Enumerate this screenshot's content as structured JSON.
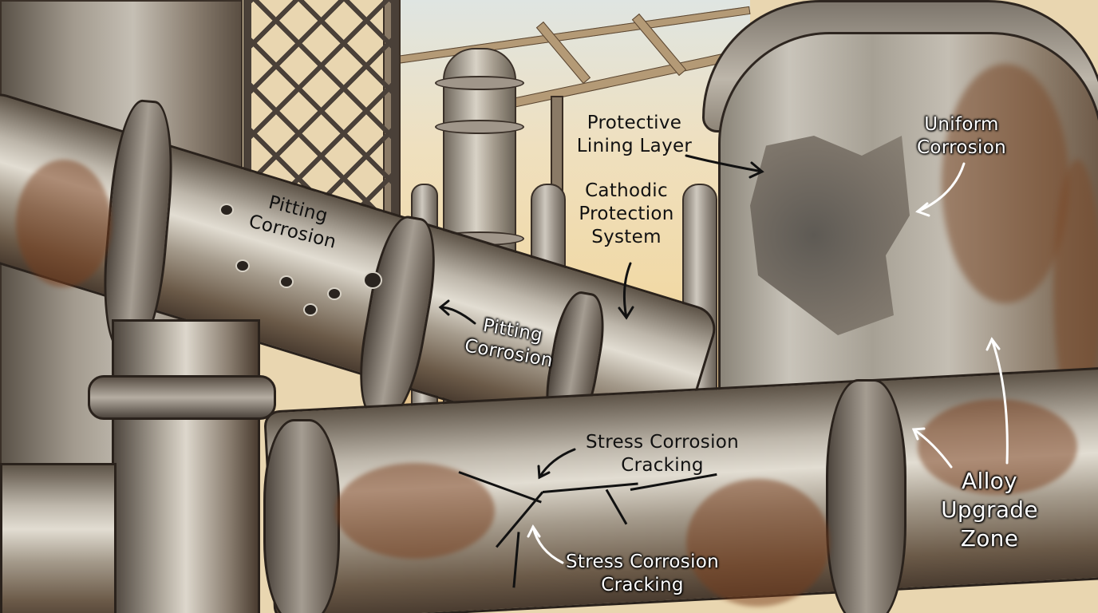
{
  "image": {
    "description": "Hand-drawn illustration of corroded industrial pipes and a storage tank inside a plant with annotated corrosion types and mitigation measures",
    "colors": {
      "background_warm": "#efe0bf",
      "steel": "#bdb6aa",
      "rust": "#7a3e1c",
      "outline": "#2a221c"
    }
  },
  "labels": {
    "pitting_1": "Pitting\nCorrosion",
    "pitting_2": "Pitting\nCorrosion",
    "protective_lining": "Protective\nLining Layer",
    "cathodic_protection": "Cathodic\nProtection\nSystem",
    "uniform_corrosion": "Uniform\nCorrosion",
    "stress_cracking_1": "Stress Corrosion\nCracking",
    "stress_cracking_2": "Stress Corrosion\nCracking",
    "alloy_upgrade": "Alloy\nUpgrade\nZone"
  }
}
